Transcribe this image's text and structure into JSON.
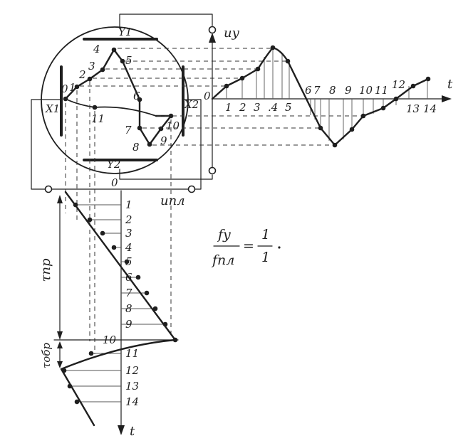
{
  "labels": {
    "y1": "Y1",
    "y2": "Y2",
    "x1": "X1",
    "x2": "X2",
    "u_y": "uy",
    "u_pl": "uпл",
    "t_right": "t",
    "t_down": "t",
    "origin_right": "0",
    "origin_down": "0",
    "tau_pr": "τпр",
    "tau_obr": "τобр",
    "ratio_num": "fy",
    "ratio_den": "fпл",
    "ratio_val_num": "1",
    "ratio_val_den": "1"
  },
  "screen_points": [
    "0",
    "1",
    "2",
    "3",
    "4",
    "5",
    "6",
    "7",
    "8",
    "9",
    "10",
    "11"
  ],
  "vertical_signal_ticks": [
    "1",
    "2",
    "3",
    ".4",
    "5",
    "6",
    "7",
    "8",
    "9",
    "10",
    "11",
    "12",
    "13",
    "14"
  ],
  "sweep_ticks": [
    "1",
    "2",
    "3",
    "4",
    "5",
    "6",
    "7",
    "8",
    "9",
    "10",
    "11",
    "12",
    "13",
    "14"
  ],
  "colors": {
    "ink": "#1f1f1f",
    "paper": "#ffffff"
  }
}
